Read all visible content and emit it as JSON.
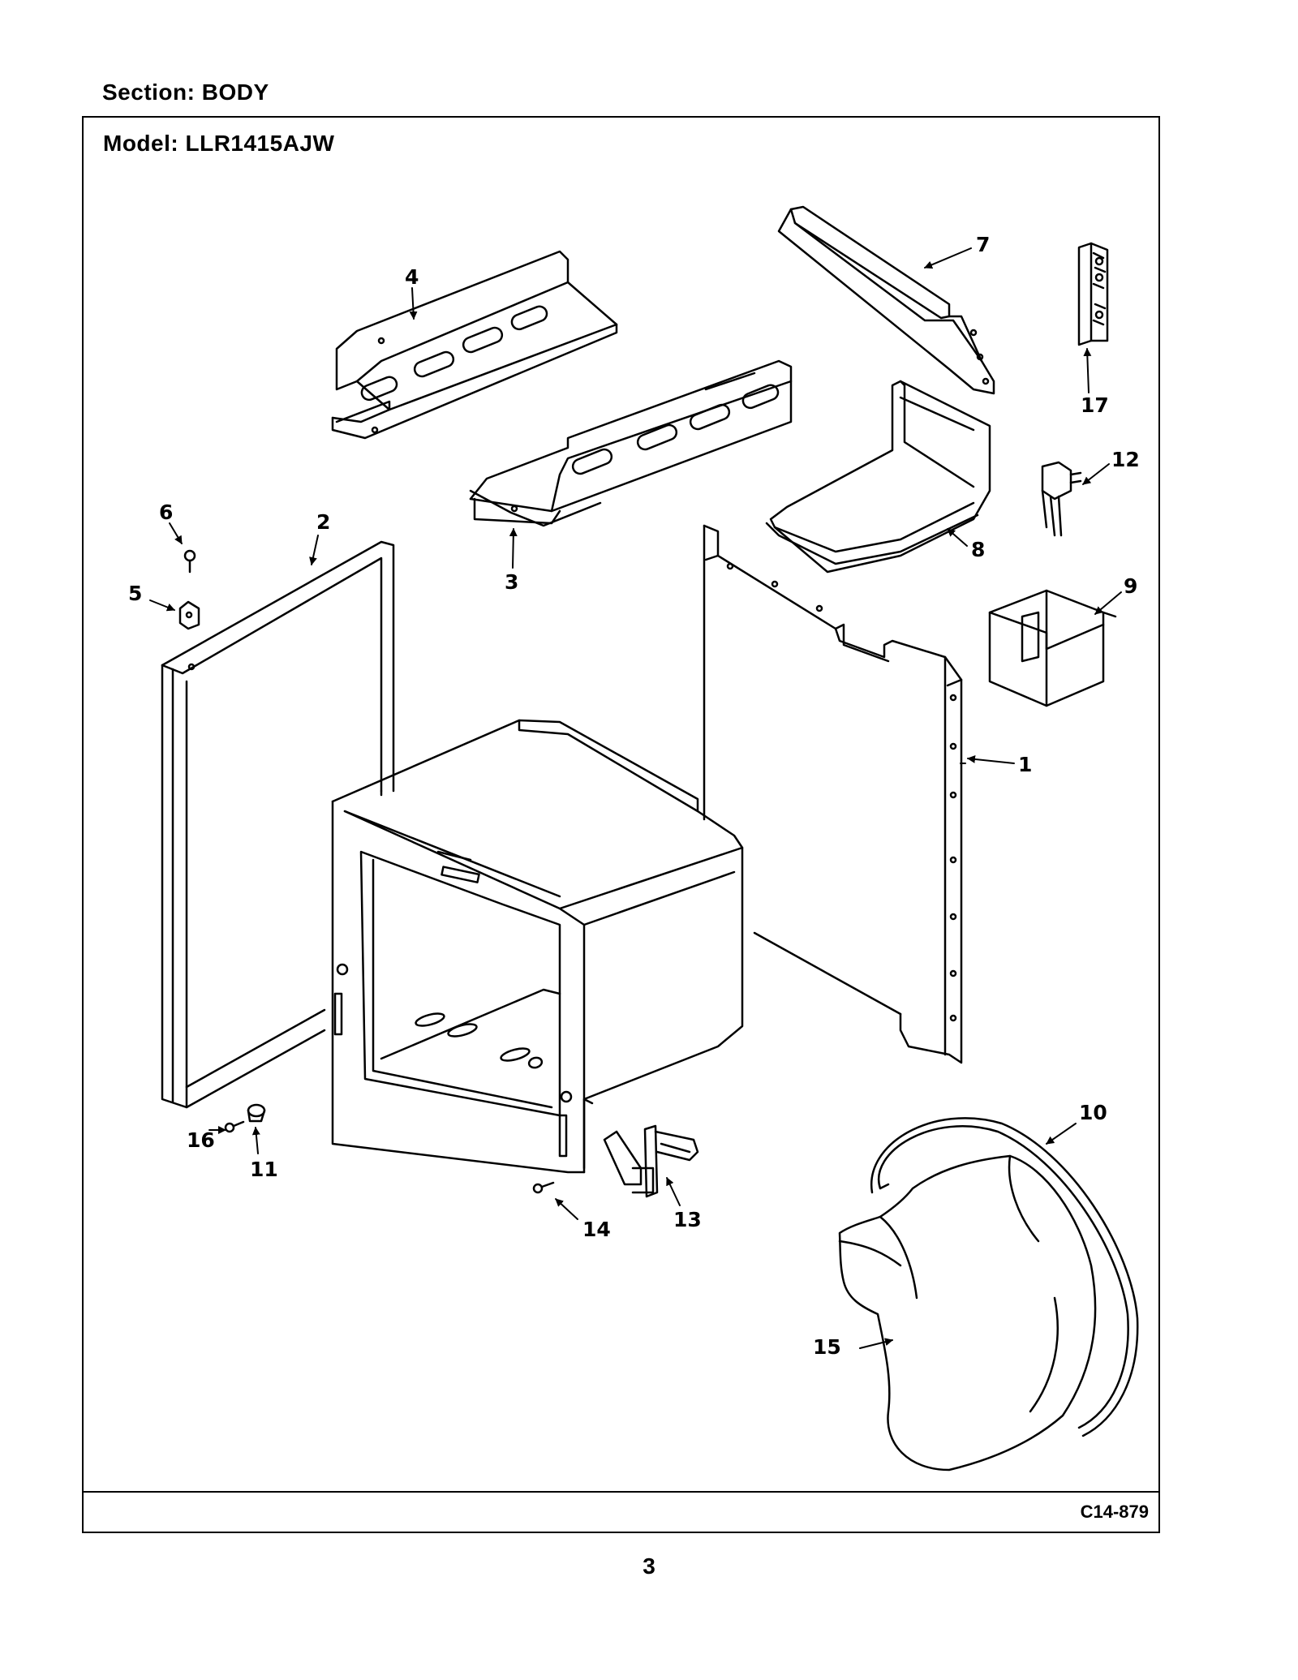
{
  "section": "Section:  BODY",
  "model": "Model:  LLR1415AJW",
  "code": "C14-879",
  "page_number": "3",
  "callouts": [
    "1",
    "2",
    "3",
    "4",
    "5",
    "6",
    "7",
    "8",
    "9",
    "10",
    "11",
    "12",
    "13",
    "14",
    "15",
    "16",
    "17"
  ]
}
